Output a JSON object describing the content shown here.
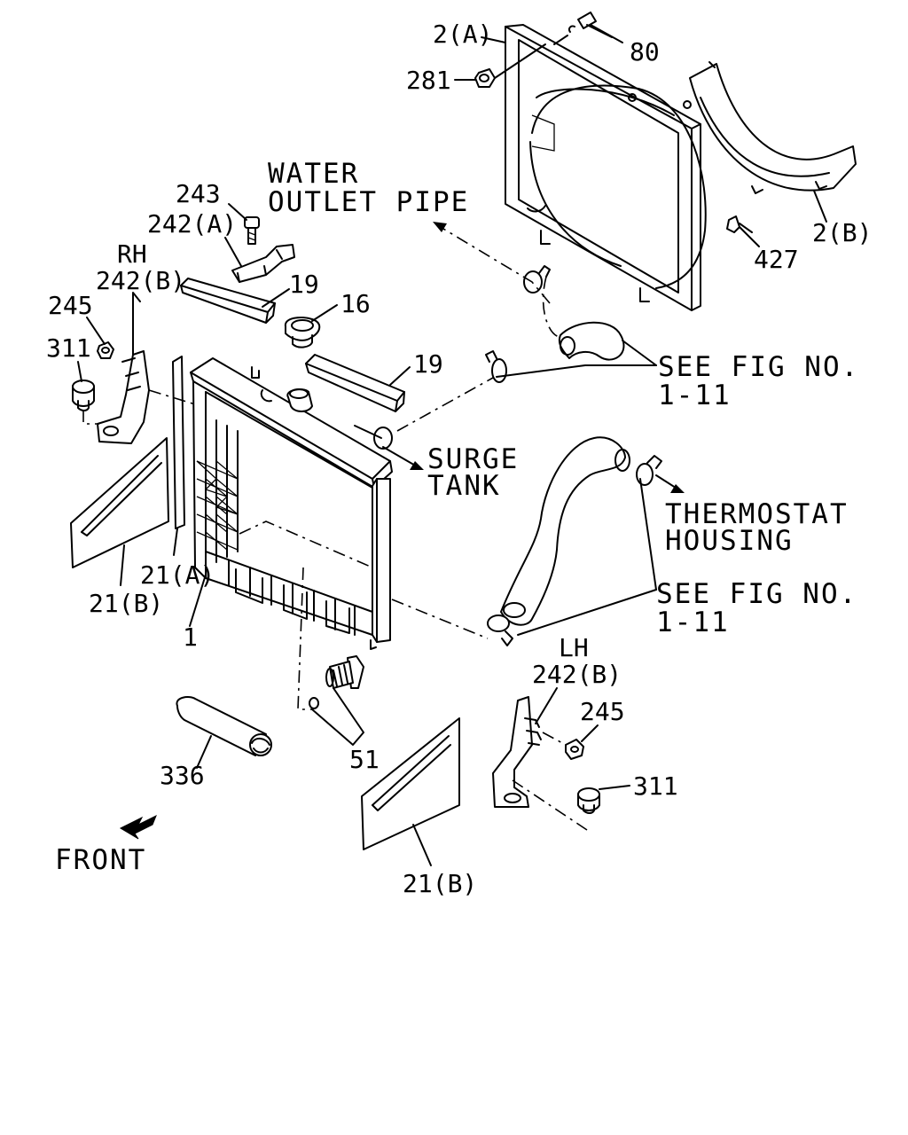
{
  "labels": {
    "p2a": "2(A)",
    "p80": "80",
    "p281": "281",
    "p2b": "2(B)",
    "p427": "427",
    "water_outlet_1": "WATER",
    "water_outlet_2": "OUTLET PIPE",
    "p243": "243",
    "p242a": "242(A)",
    "rh": "RH",
    "p242b_rh": "242(B)",
    "p19_top": "19",
    "p16": "16",
    "p19_mid": "19",
    "p245_rh": "245",
    "p311_rh": "311",
    "see_fig_1": "SEE FIG NO.",
    "see_fig_1_num": "1-11",
    "surge_1": "SURGE",
    "surge_2": "TANK",
    "thermo_1": "THERMOSTAT",
    "thermo_2": "HOUSING",
    "see_fig_2": "SEE FIG NO.",
    "see_fig_2_num": "1-11",
    "p21a": "21(A)",
    "p21b_left": "21(B)",
    "p1": "1",
    "lh": "LH",
    "p242b_lh": "242(B)",
    "p245_lh": "245",
    "p311_lh": "311",
    "p336": "336",
    "p51": "51",
    "p21b_bottom": "21(B)",
    "front": "FRONT"
  }
}
